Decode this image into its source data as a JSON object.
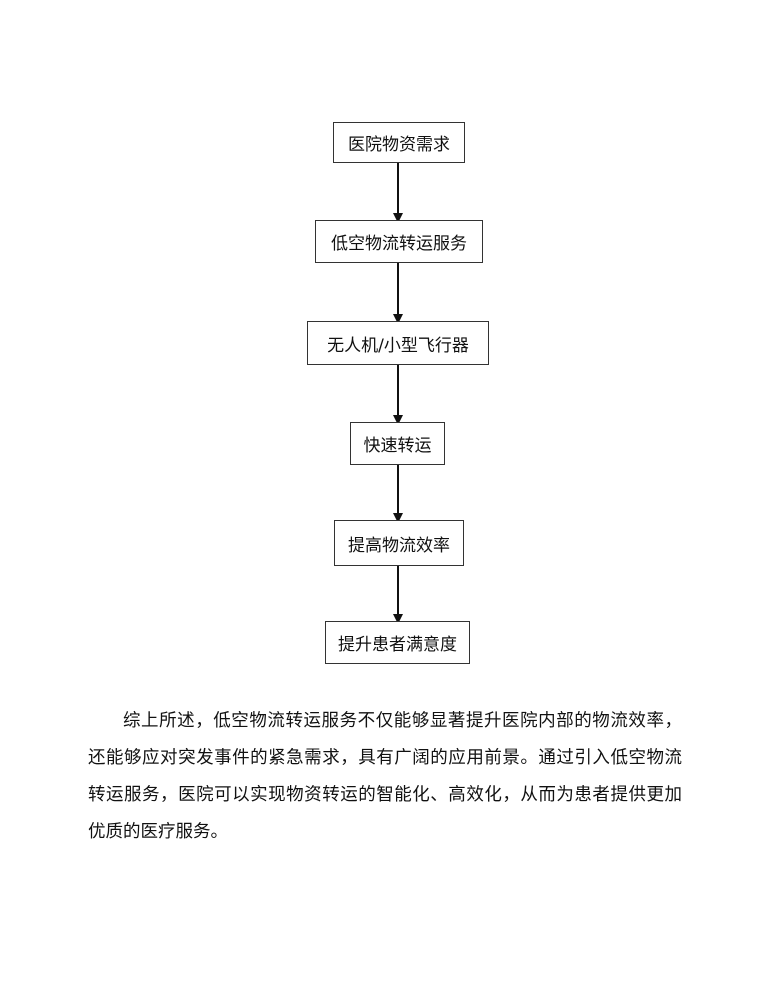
{
  "flowchart": {
    "nodes": [
      {
        "label": "医院物资需求"
      },
      {
        "label": "低空物流转运服务"
      },
      {
        "label": "无人机/小型飞行器"
      },
      {
        "label": "快速转运"
      },
      {
        "label": "提高物流效率"
      },
      {
        "label": "提升患者满意度"
      }
    ]
  },
  "paragraph": {
    "text": "综上所述，低空物流转运服务不仅能够显著提升医院内部的物流效率，还能够应对突发事件的紧急需求，具有广阔的应用前景。通过引入低空物流转运服务，医院可以实现物资转运的智能化、高效化，从而为患者提供更加优质的医疗服务。"
  }
}
